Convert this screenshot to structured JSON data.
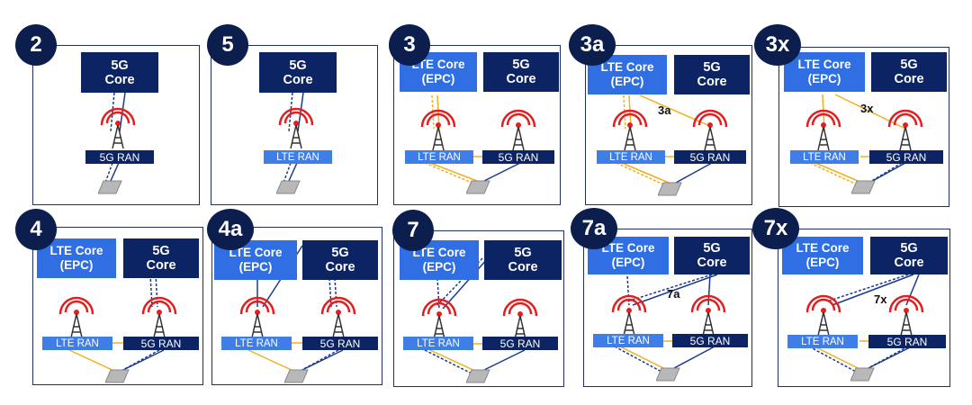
{
  "panels": [
    {
      "id": "2",
      "core_5g": "5G\nCore",
      "ran_5g": "5G RAN"
    },
    {
      "id": "5",
      "core_5g": "5G\nCore",
      "ran_lte": "LTE RAN"
    },
    {
      "id": "3",
      "core_lte": "LTE Core\n(EPC)",
      "core_5g": "5G\nCore",
      "ran_lte": "LTE RAN",
      "ran_5g": "5G RAN"
    },
    {
      "id": "3a",
      "core_lte": "LTE Core\n(EPC)",
      "core_5g": "5G\nCore",
      "ran_lte": "LTE RAN",
      "ran_5g": "5G RAN",
      "label": "3a"
    },
    {
      "id": "3x",
      "core_lte": "LTE Core\n(EPC)",
      "core_5g": "5G\nCore",
      "ran_lte": "LTE RAN",
      "ran_5g": "5G RAN",
      "label": "3x"
    },
    {
      "id": "4",
      "core_lte": "LTE Core\n(EPC)",
      "core_5g": "5G\nCore",
      "ran_lte": "LTE RAN",
      "ran_5g": "5G RAN"
    },
    {
      "id": "4a",
      "core_lte": "LTE Core\n(EPC)",
      "core_5g": "5G\nCore",
      "ran_lte": "LTE RAN",
      "ran_5g": "5G RAN"
    },
    {
      "id": "7",
      "core_lte": "LTE Core\n(EPC)",
      "core_5g": "5G\nCore",
      "ran_lte": "LTE RAN",
      "ran_5g": "5G RAN"
    },
    {
      "id": "7a",
      "core_lte": "LTE Core\n(EPC)",
      "core_5g": "5G\nCore",
      "ran_lte": "LTE RAN",
      "ran_5g": "5G RAN",
      "label": "7a"
    },
    {
      "id": "7x",
      "core_lte": "LTE Core\n(EPC)",
      "core_5g": "5G\nCore",
      "ran_lte": "LTE RAN",
      "ran_5g": "5G RAN",
      "label": "7x"
    }
  ],
  "colors": {
    "dark_blue": "#0c2463",
    "light_blue": "#2f6fe3",
    "user_plane": "#f0b020",
    "control_plane": "#1a3a8f"
  }
}
